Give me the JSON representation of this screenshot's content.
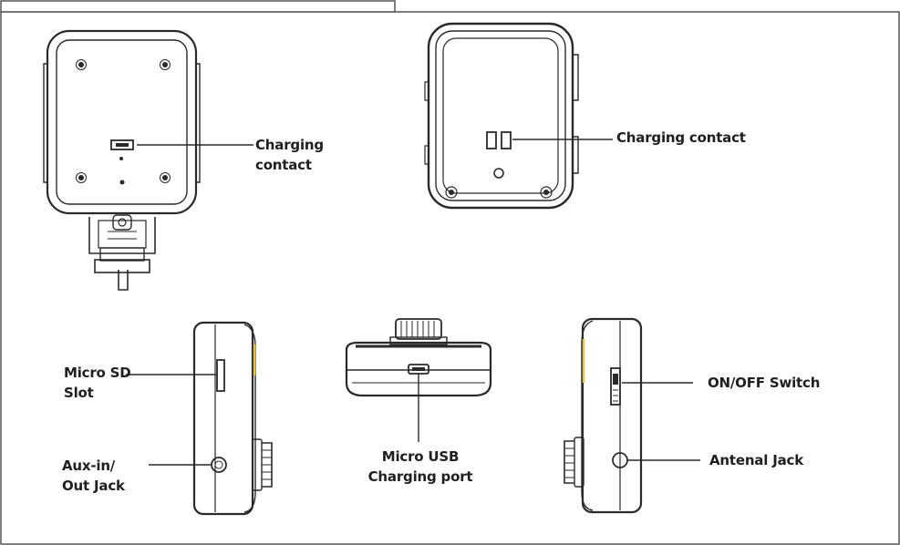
{
  "labels": {
    "mount_charging_contact": [
      "Charging",
      "contact"
    ],
    "device_charging_contact": "Charging contact",
    "micro_sd_slot": [
      "Micro SD",
      "Slot"
    ],
    "aux_jack": [
      "Aux-in/",
      "Out Jack"
    ],
    "micro_usb": [
      "Micro USB",
      "Charging port"
    ],
    "on_off_switch": "ON/OFF Switch",
    "antenna_jack": "Antenal Jack"
  },
  "colors": {
    "outline": "#2a2a2a",
    "accent_yellow": "#e6c24a",
    "background": "#ffffff"
  }
}
